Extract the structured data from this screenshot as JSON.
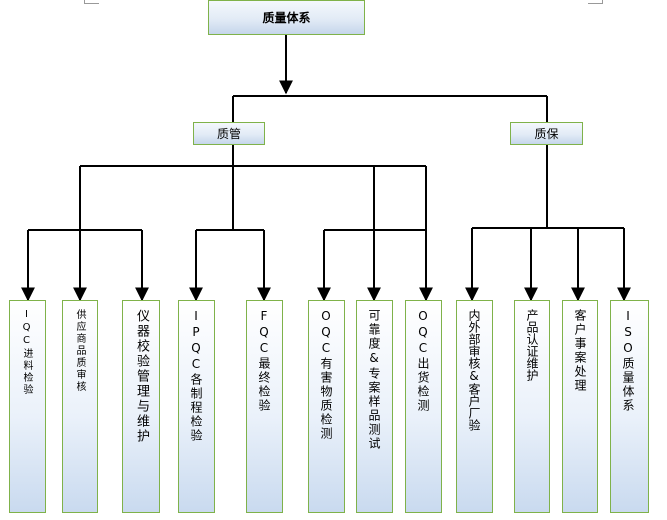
{
  "root": "质量体系",
  "l1": [
    "质管",
    "质保"
  ],
  "leaves": [
    "IQC进料检验",
    "供应商品质审核",
    "仪器校验管理与维护",
    "IPQC各制程检验",
    "FQC最终检验",
    "OQC有害物质检测",
    "可靠度&专案样品测试",
    "OQC出货检测",
    "内外部审核&客户厂验",
    "产品认证维护",
    "客户事案处理",
    "ISO质量体系"
  ]
}
